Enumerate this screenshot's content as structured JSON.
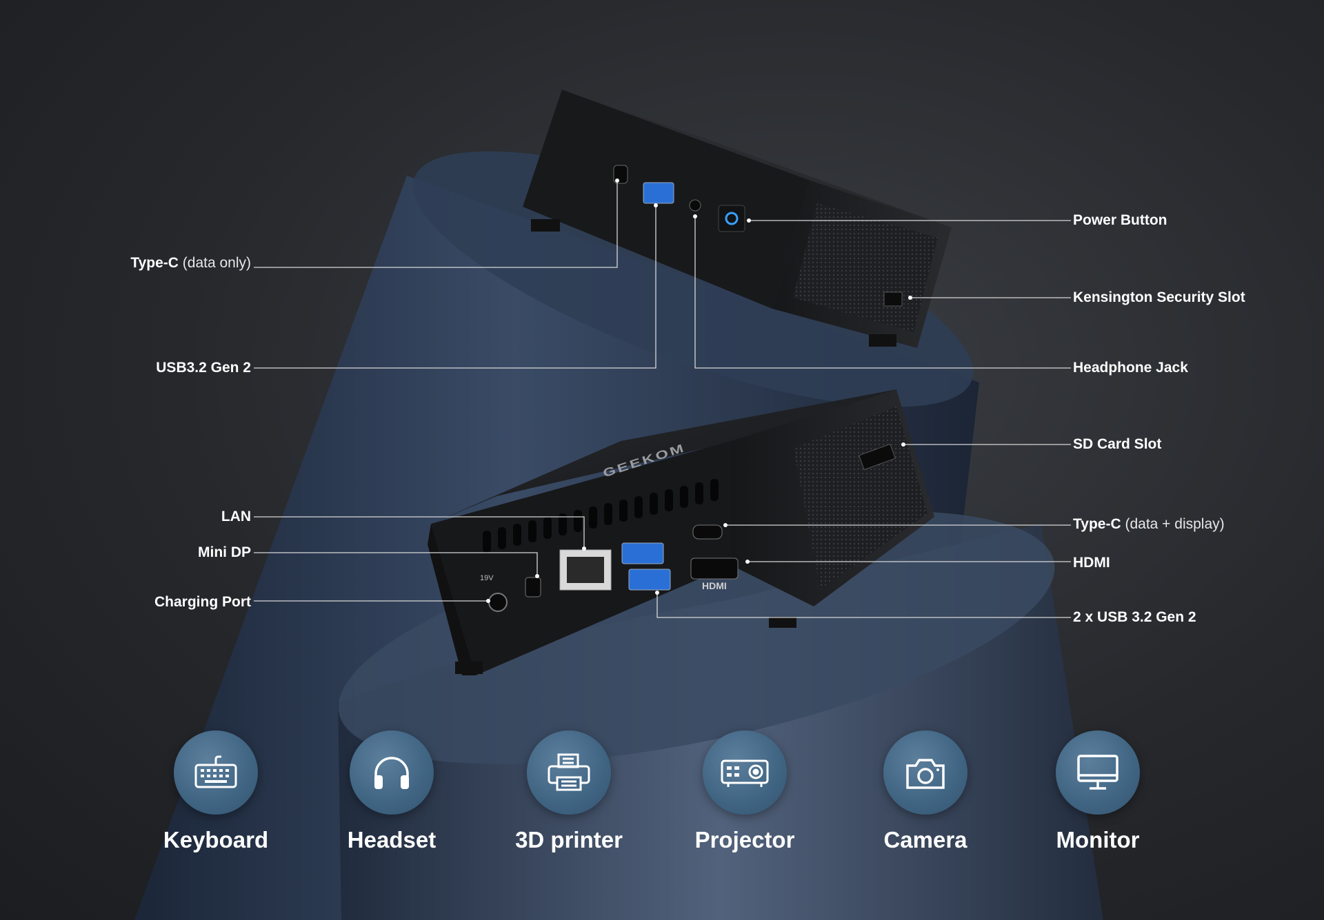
{
  "callouts": {
    "type_c_data_only": {
      "main": "Type-C",
      "sub": "(data only)"
    },
    "usb32_gen2": {
      "main": "USB3.2 Gen 2"
    },
    "lan": {
      "main": "LAN"
    },
    "mini_dp": {
      "main": "Mini DP"
    },
    "charging_port": {
      "main": "Charging Port"
    },
    "power_button": {
      "main": "Power Button"
    },
    "kensington": {
      "main": "Kensington Security Slot"
    },
    "headphone_jack": {
      "main": "Headphone Jack"
    },
    "sd_card_slot": {
      "main": "SD Card Slot"
    },
    "type_c_data_display": {
      "main": "Type-C",
      "sub": "(data + display)"
    },
    "hdmi": {
      "main": "HDMI"
    },
    "usb_2x": {
      "main": "2 x USB 3.2 Gen 2"
    }
  },
  "device_markings": {
    "brand": "GEEKOM",
    "hdmi": "HDMI",
    "power": "19V"
  },
  "devices": [
    {
      "name": "Keyboard",
      "icon": "keyboard-icon"
    },
    {
      "name": "Headset",
      "icon": "headset-icon"
    },
    {
      "name": "3D printer",
      "icon": "printer-icon"
    },
    {
      "name": "Projector",
      "icon": "projector-icon"
    },
    {
      "name": "Camera",
      "icon": "camera-icon"
    },
    {
      "name": "Monitor",
      "icon": "monitor-icon"
    }
  ],
  "colors": {
    "pedestal": "#2c3d55",
    "device_body": "#1b1c1e",
    "usb_blue": "#2a6fd6",
    "power_led": "#3aa0ff",
    "icon_circle": "#46698a"
  }
}
